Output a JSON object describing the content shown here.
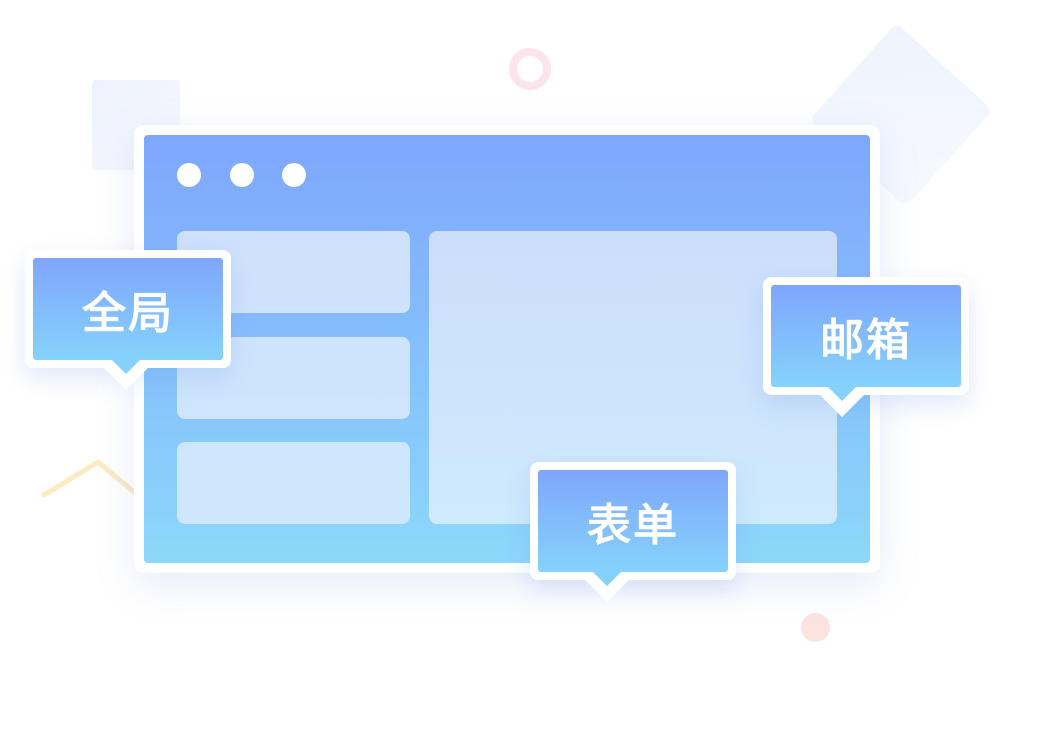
{
  "tags": {
    "global": "全局",
    "mail": "邮箱",
    "form": "表单"
  },
  "colors": {
    "window_gradient_top": "#7fa6fd",
    "window_gradient_bottom": "#8cd8fa",
    "tag_gradient_top": "#7fa5fd",
    "tag_gradient_bottom": "#85d3fc",
    "ring_decoration": "#fbe4ec",
    "dot_decoration": "#fde3df",
    "zigzag_decoration": "#fcebc2"
  }
}
